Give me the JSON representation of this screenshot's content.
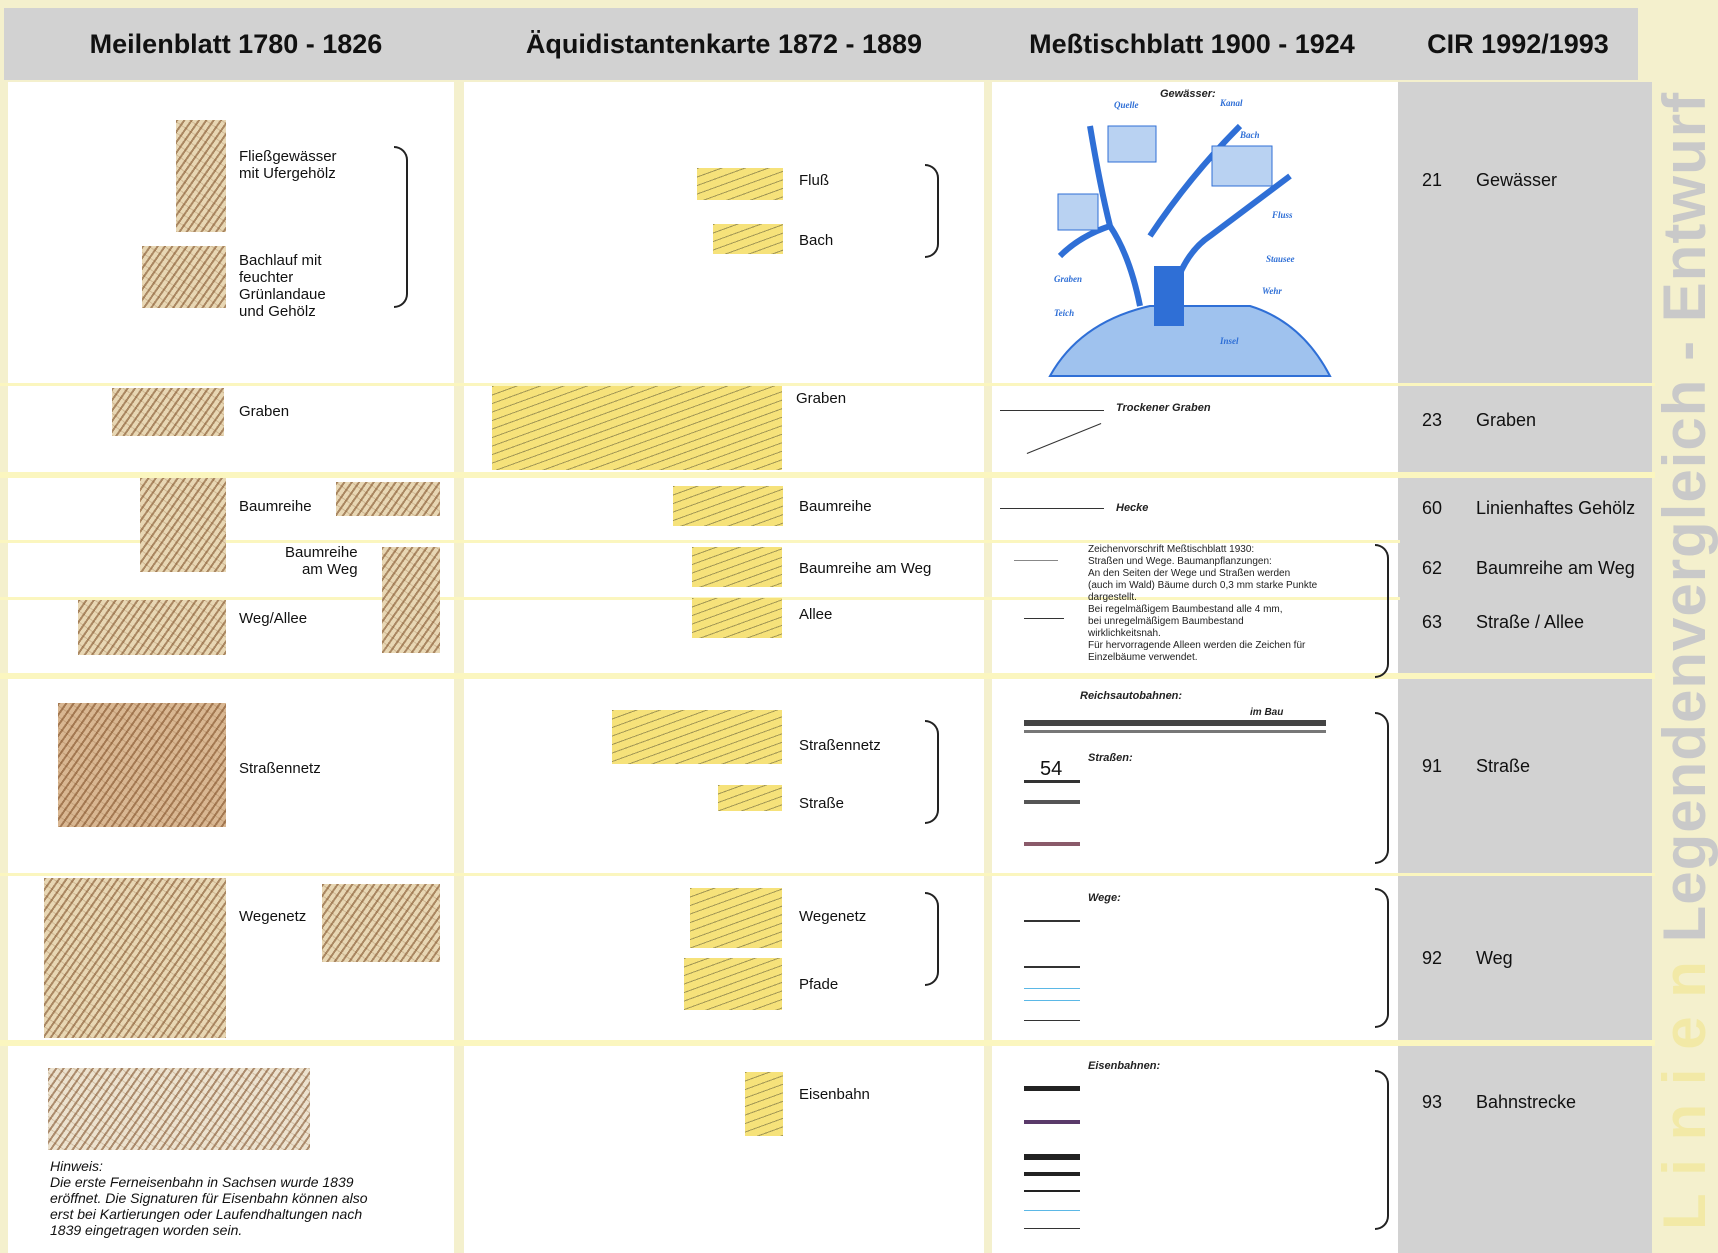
{
  "headers": [
    "Meilenblatt 1780 - 1826",
    "Äquidistantenkarte 1872 - 1889",
    "Meßtischblatt 1900 - 1924",
    "CIR 1992/1993"
  ],
  "side_title": {
    "part1": "L i n i e n",
    "part2": " Legendenvergleich - Entwurf"
  },
  "meilenblatt": {
    "fluss": "Fließgewässer\nmit Ufergehölz",
    "bach": "Bachlauf mit\nfeuchter\nGrünlandaue\nund Gehölz",
    "graben": "Graben",
    "baumreihe": "Baumreihe",
    "baumreihe_weg": "Baumreihe\nam Weg",
    "weg_allee": "Weg/Allee",
    "strassennetz": "Straßennetz",
    "wegenetz": "Wegenetz",
    "note": "Hinweis:\nDie erste Ferneisenbahn in Sachsen wurde 1839\neröffnet. Die Signaturen für Eisenbahn können also\nerst bei Kartierungen oder Laufendhaltungen nach\n1839 eingetragen worden sein."
  },
  "aequidistanten": {
    "fluss": "Fluß",
    "bach": "Bach",
    "graben": "Graben",
    "baumreihe": "Baumreihe",
    "baumreihe_weg": "Baumreihe am Weg",
    "allee": "Allee",
    "strassennetz": "Straßennetz",
    "strasse": "Straße",
    "wegenetz": "Wegenetz",
    "pfade": "Pfade",
    "eisenbahn": "Eisenbahn"
  },
  "messtisch": {
    "gewaesser_title": "Gewässer:",
    "graben_label": "Trockener Graben",
    "hecke": "Hecke",
    "zeichenvorschrift": "Zeichenvorschrift Meßtischblatt 1930:\nStraßen und Wege. Baumanpflanzungen:\nAn den Seiten der Wege und Straßen werden\n(auch im Wald) Bäume durch 0,3 mm starke Punkte\ndargestellt.\nBei regelmäßigem Baumbestand alle 4 mm,\nbei unregelmäßigem Baumbestand\nwirklichkeitsnah.\nFür hervorragende Alleen werden die Zeichen für\nEinzelbäume verwendet.",
    "reichsautobahnen": "Reichsautobahnen:",
    "im_bau": "im Bau",
    "strassen": "Straßen:",
    "num54": "54",
    "wege": "Wege:",
    "eisenbahnen": "Eisenbahnen:"
  },
  "cir": [
    {
      "num": "21",
      "label": "Gewässer"
    },
    {
      "num": "23",
      "label": "Graben"
    },
    {
      "num": "60",
      "label": "Linienhaftes Gehölz"
    },
    {
      "num": "62",
      "label": "Baumreihe am Weg"
    },
    {
      "num": "63",
      "label": "Straße / Allee"
    },
    {
      "num": "91",
      "label": "Straße"
    },
    {
      "num": "92",
      "label": "Weg"
    },
    {
      "num": "93",
      "label": "Bahnstrecke"
    }
  ],
  "colors": {
    "header_bg": "#d2d2d2",
    "separator": "#fbf6bf",
    "side_title": "#c9c9c9",
    "side_title_accent": "#f2e9a6",
    "water": "#2f6fd6"
  }
}
